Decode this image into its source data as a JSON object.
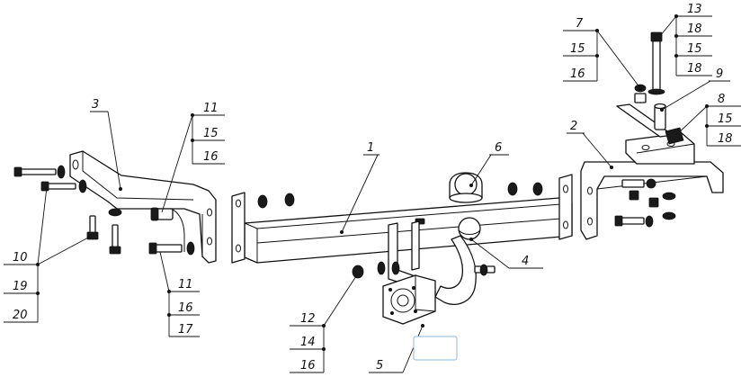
{
  "callouts": {
    "c1": "1",
    "c2": "2",
    "c3": "3",
    "c4": "4",
    "c5": "5",
    "c6": "6",
    "c7": [
      "7",
      "15",
      "16"
    ],
    "c8": [
      "8",
      "15",
      "18"
    ],
    "c9": "9",
    "c10": [
      "10",
      "19",
      "20"
    ],
    "c11a": [
      "11",
      "15",
      "16"
    ],
    "c11b": [
      "11",
      "16",
      "17"
    ],
    "c12": [
      "12",
      "14",
      "16"
    ],
    "c13": [
      "13",
      "18",
      "15",
      "18"
    ]
  },
  "colors": {
    "ink": "#111111",
    "paper": "#ffffff",
    "label_box_border": "#8fb8d8"
  }
}
